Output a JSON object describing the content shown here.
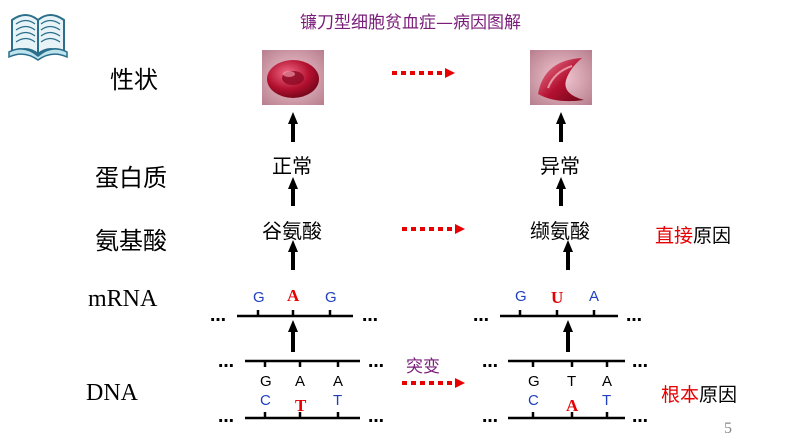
{
  "title": "镰刀型细胞贫血症—病因图解",
  "rows": {
    "trait": "性状",
    "protein": "蛋白质",
    "amino_acid": "氨基酸",
    "mrna": "mRNA",
    "dna": "DNA"
  },
  "normal": {
    "protein": "正常",
    "amino_acid": "谷氨酸",
    "mrna": [
      "G",
      "A",
      "G"
    ],
    "dna_top": [
      "G",
      "A",
      "A"
    ],
    "dna_bottom": [
      "C",
      "T",
      "T"
    ]
  },
  "mutant": {
    "protein": "异常",
    "amino_acid": "缬氨酸",
    "mrna": [
      "G",
      "U",
      "A"
    ],
    "dna_top": [
      "G",
      "T",
      "A"
    ],
    "dna_bottom": [
      "C",
      "A",
      "T"
    ]
  },
  "mutation_label": "突变",
  "ellipsis": "…",
  "direct_cause": {
    "emphasis": "直接",
    "rest": "原因"
  },
  "root_cause": {
    "emphasis": "根本",
    "rest": "原因"
  },
  "page_number": "5",
  "icons": [
    "open-book-icon",
    "normal-red-blood-cell-image",
    "sickle-red-blood-cell-image"
  ],
  "colors": {
    "title": "#7a1c7a",
    "accent": "#e60000",
    "base_blue": "#1f3fbf"
  }
}
